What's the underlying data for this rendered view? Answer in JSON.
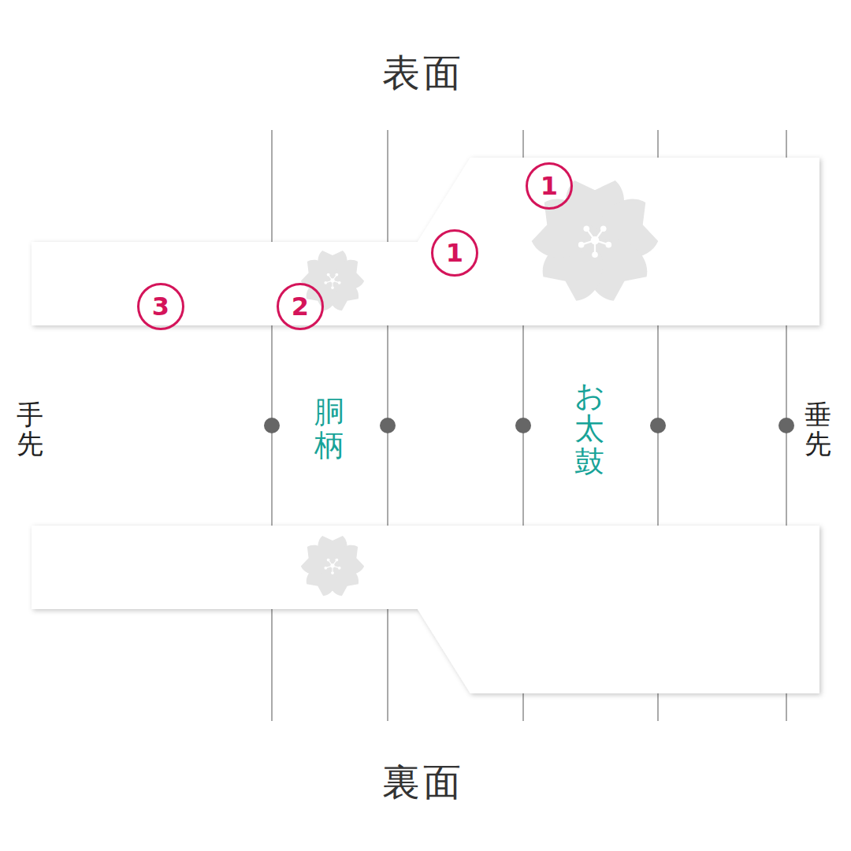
{
  "diagram": {
    "labels": [
      "表面",
      "1",
      "1",
      "2",
      "3",
      "手先",
      "胴柄",
      "お太鼓",
      "垂先",
      "裏面"
    ]
  }
}
